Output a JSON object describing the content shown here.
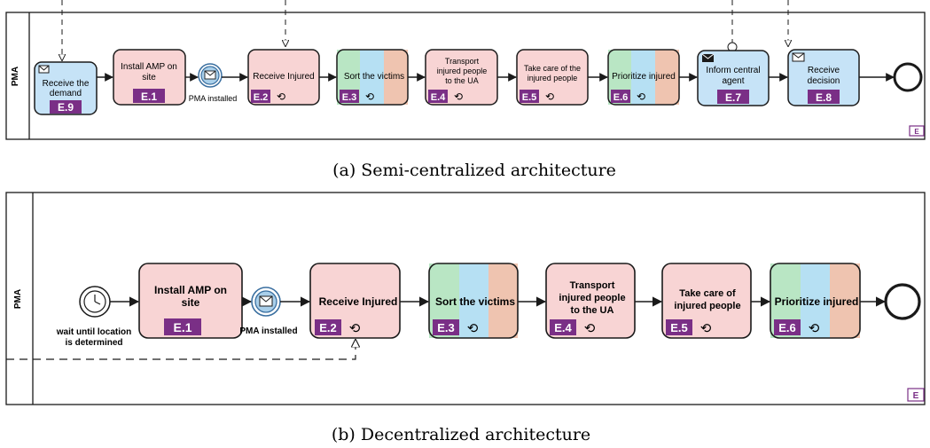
{
  "diagram_a": {
    "caption": "(a) Semi-centralized architecture",
    "pool_label": "PMA",
    "corner_tag": "E",
    "tasks": [
      {
        "label": "Receive the demand",
        "code": "E.9",
        "colors": [
          "#c6e3f7"
        ],
        "marker": "envelope"
      },
      {
        "label": "Install AMP on site",
        "code": "E.1",
        "colors": [
          "#f8d4d4"
        ]
      },
      {
        "label": "Receive Injured",
        "code": "E.2",
        "colors": [
          "#f8d4d4"
        ],
        "loop": true
      },
      {
        "label": "Sort the victims",
        "code": "E.3",
        "colors": [
          "#b9e6c4",
          "#b6e0f3",
          "#efc4b0"
        ],
        "loop": true
      },
      {
        "label": "Transport injured people to the UA",
        "code": "E.4",
        "colors": [
          "#f8d4d4"
        ],
        "loop": true
      },
      {
        "label": "Take care of the injured people",
        "code": "E.5",
        "colors": [
          "#f8d4d4"
        ],
        "loop": true
      },
      {
        "label": "Prioritize injured",
        "code": "E.6",
        "colors": [
          "#b9e6c4",
          "#b6e0f3",
          "#efc4b0"
        ],
        "loop": true
      },
      {
        "label": "Inform central agent",
        "code": "E.7",
        "colors": [
          "#c6e3f7"
        ],
        "marker": "envelope-filled"
      },
      {
        "label": "Receive decision",
        "code": "E.8",
        "colors": [
          "#c6e3f7"
        ],
        "marker": "envelope"
      }
    ],
    "event_label": "PMA installed"
  },
  "diagram_b": {
    "caption": "(b) Decentralized architecture",
    "pool_label": "PMA",
    "corner_tag": "E",
    "start_label": "wait until location is determined",
    "event_label": "PMA installed",
    "tasks": [
      {
        "label": "Install AMP on site",
        "code": "E.1",
        "colors": [
          "#f8d4d4"
        ]
      },
      {
        "label": "Receive Injured",
        "code": "E.2",
        "colors": [
          "#f8d4d4"
        ],
        "loop": true
      },
      {
        "label": "Sort the victims",
        "code": "E.3",
        "colors": [
          "#b9e6c4",
          "#b6e0f3",
          "#efc4b0"
        ],
        "loop": true
      },
      {
        "label": "Transport injured people to the UA",
        "code": "E.4",
        "colors": [
          "#f8d4d4"
        ],
        "loop": true
      },
      {
        "label": "Take care of injured people",
        "code": "E.5",
        "colors": [
          "#f8d4d4"
        ],
        "loop": true
      },
      {
        "label": "Prioritize injured",
        "code": "E.6",
        "colors": [
          "#b9e6c4",
          "#b6e0f3",
          "#efc4b0"
        ],
        "loop": true
      }
    ]
  },
  "colors": {
    "code_badge": "#7a2f86",
    "stroke": "#1a1a1a",
    "event_fill": "#a9cfea",
    "event_stroke": "#3a6fa0"
  }
}
